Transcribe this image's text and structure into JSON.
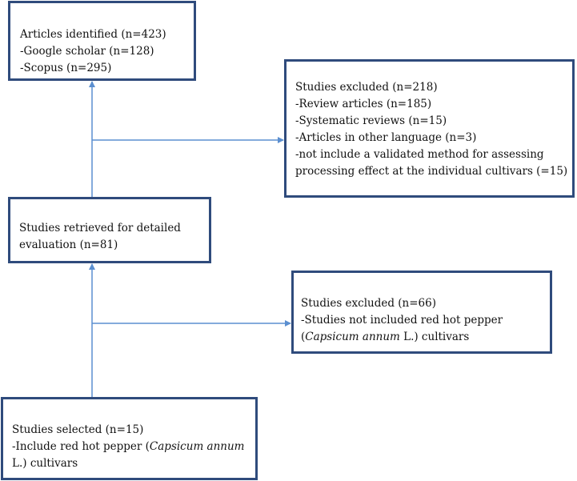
{
  "colors": {
    "box_border": "#2f4b7c",
    "arrow": "#5b8fd0",
    "text": "#111111",
    "background": "#ffffff"
  },
  "boxes": {
    "identified": {
      "lines": [
        "Articles identified (n=423)",
        "-Google scholar (n=128)",
        "-Scopus (n=295)"
      ]
    },
    "excluded_first": {
      "lines": [
        "Studies excluded (n=218)",
        "-Review articles (n=185)",
        "-Systematic reviews (n=15)",
        "-Articles in other language (n=3)",
        "-not include a validated method for assessing",
        "processing effect at the individual cultivars (=15)"
      ]
    },
    "retrieved": {
      "lines": [
        "Studies retrieved for detailed",
        "evaluation (n=81)"
      ]
    },
    "excluded_second": {
      "line1": "Studies excluded (n=66)",
      "line2": "-Studies not included red hot pepper",
      "line3_pre": "(",
      "line3_italic": "Capsicum annum",
      "line3_post": " L.) cultivars"
    },
    "selected": {
      "line1": "Studies selected (n=15)",
      "line2_pre": "-Include red hot pepper (",
      "line2_italic": "Capsicum annum",
      "line3": "L.) cultivars"
    }
  }
}
